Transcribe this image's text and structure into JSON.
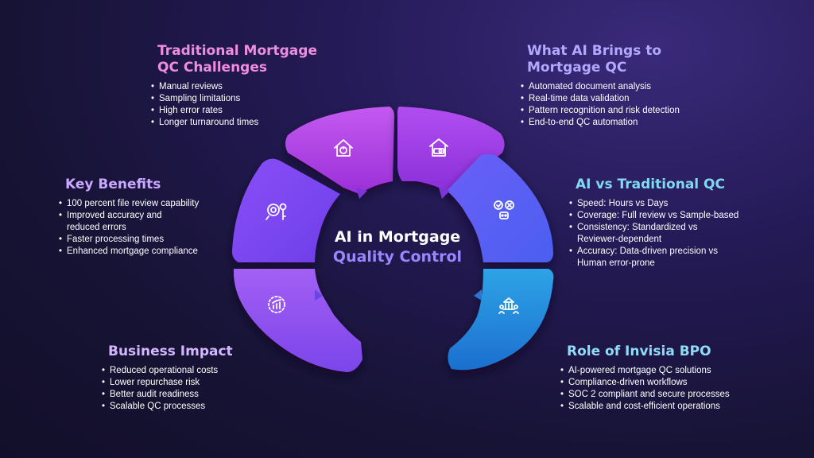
{
  "center": {
    "line1": "AI in Mortgage",
    "line2": "Quality Control"
  },
  "sections": {
    "trad": {
      "title_l1": "Traditional Mortgage",
      "title_l2": "QC Challenges",
      "items": [
        "Manual reviews",
        "Sampling limitations",
        "High error rates",
        "Longer turnaround times"
      ]
    },
    "what": {
      "title_l1": "What AI Brings to",
      "title_l2": "Mortgage QC",
      "items": [
        "Automated document analysis",
        "Real-time data validation",
        "Pattern recognition and risk detection",
        "End-to-end QC automation"
      ]
    },
    "key": {
      "title": "Key Benefits",
      "items": [
        "100 percent file review capability",
        "Improved accuracy and",
        "reduced errors",
        "Faster processing times",
        "Enhanced mortgage compliance"
      ]
    },
    "vs": {
      "title": "AI vs Traditional QC",
      "items": [
        "Speed: Hours vs Days",
        "Coverage: Full review vs Sample-based",
        "Consistency: Standardized vs",
        "Reviewer-dependent",
        "Accuracy: Data-driven precision vs",
        "Human error-prone"
      ]
    },
    "biz": {
      "title": "Business Impact",
      "items": [
        "Reduced operational costs",
        "Lower repurchase risk",
        "Better audit readiness",
        "Scalable QC processes"
      ]
    },
    "role": {
      "title": "Role of Invisia BPO",
      "items": [
        "AI-powered mortgage QC solutions",
        "Compliance-driven workflows",
        "SOC 2 compliant and secure processes",
        "Scalable and cost-efficient operations"
      ]
    }
  },
  "colors": {
    "seg_magenta": "#b53fe6",
    "seg_violet": "#8a3df0",
    "seg_indigo": "#6a4df5",
    "seg_blue": "#3b6ff0",
    "seg_cyan": "#1e90d8"
  },
  "icons": [
    "house-question-icon",
    "house-coin-icon",
    "gear-dollar-key-icon",
    "robot-check-cross-icon",
    "chart-growth-icon",
    "bank-people-icon"
  ]
}
